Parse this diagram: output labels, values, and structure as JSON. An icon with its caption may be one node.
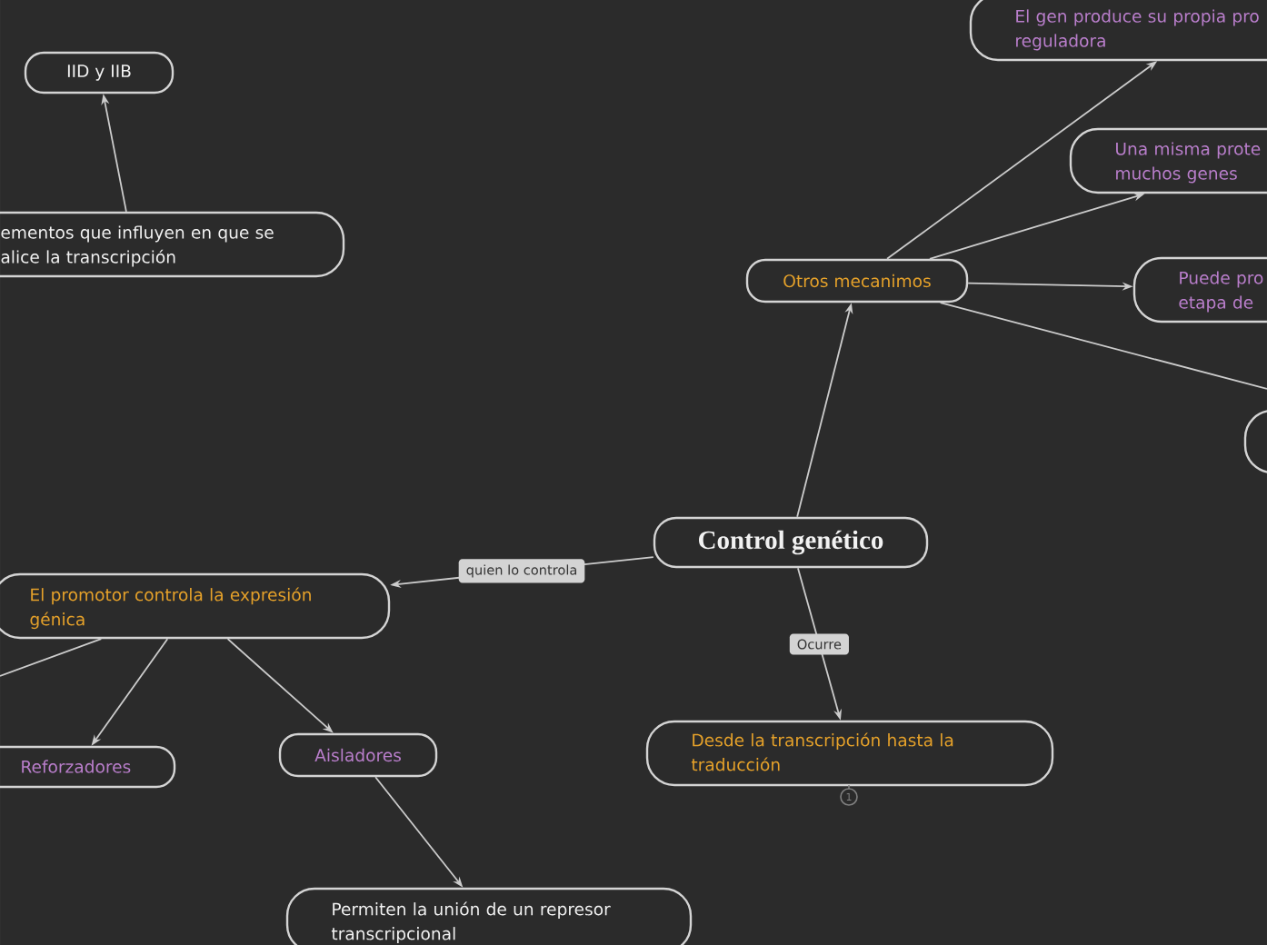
{
  "diagram": {
    "nodes": [
      {
        "text": [
          "IID y IIB"
        ]
      },
      {
        "text": [
          "El gen produce su propia pro reguladora"
        ]
      },
      {
        "text": [
          "Una misma prote muchos genes"
        ]
      },
      {
        "text": [
          "ementos que influyen en que se alice la transcripción"
        ]
      },
      {
        "text": [
          "Otros mecanimos"
        ]
      },
      {
        "text": [
          "Puede pro etapa de"
        ]
      },
      {
        "text": [],
        "shape": "box"
      },
      {
        "text": [
          "Control genético"
        ]
      },
      {
        "text": [
          "El promotor controla la expresión génica"
        ]
      },
      {
        "text": [
          "Desde la transcripción hasta la traducción"
        ],
        "beside": [
          "1"
        ]
      },
      {
        "text": [
          "Aisladores"
        ]
      },
      {
        "text": [
          "Reforzadores"
        ]
      },
      {
        "text": [
          "Permiten la unión de un represor transcripcional"
        ]
      }
    ],
    "edges": [
      {
        "from": 7,
        "to": 4,
        "arrow": "to"
      },
      {
        "from": 4,
        "to": 1,
        "arrow": "to"
      },
      {
        "from": 4,
        "to": 2,
        "arrow": "to"
      },
      {
        "from": 4,
        "to": 5,
        "arrow": "to"
      },
      {
        "from": 4,
        "to": null,
        "arrow": "none"
      },
      {
        "from": 7,
        "to": 8,
        "arrow": "to",
        "label": "quien lo controla"
      },
      {
        "from": 7,
        "to": 9,
        "arrow": "to",
        "label": "Ocurre"
      },
      {
        "from": 8,
        "to": 11,
        "arrow": "to"
      },
      {
        "from": 8,
        "to": 10,
        "arrow": "to"
      },
      {
        "from": 8,
        "to": null,
        "arrow": "none"
      },
      {
        "from": 10,
        "to": 12,
        "arrow": "to"
      },
      {
        "from": 3,
        "to": 0,
        "arrow": "to"
      }
    ]
  }
}
